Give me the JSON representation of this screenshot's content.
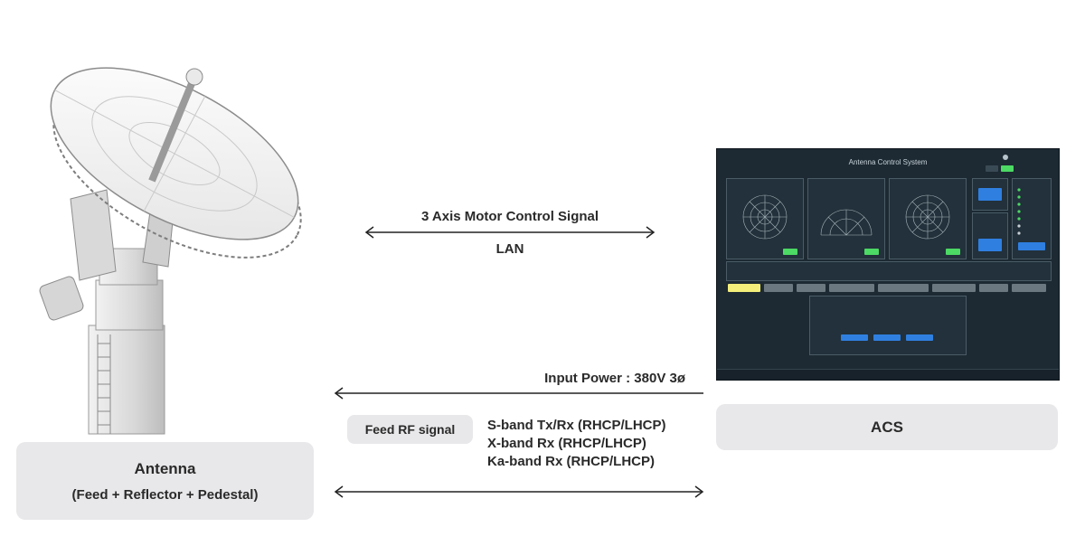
{
  "arrows": {
    "top_label": "3 Axis Motor Control Signal",
    "top_sublabel": "LAN",
    "power_label": "Input Power : 380V 3ø",
    "feed_rf_label": "Feed RF signal",
    "bands": [
      "S-band Tx/Rx (RHCP/LHCP)",
      "X-band Rx (RHCP/LHCP)",
      "Ka-band Rx (RHCP/LHCP)"
    ]
  },
  "antenna_box": {
    "title": "Antenna",
    "subtitle": "(Feed + Reflector + Pedestal)"
  },
  "acs_box": {
    "title": "ACS"
  },
  "acs_screen": {
    "title": "Antenna Control System"
  },
  "colors": {
    "box_bg": "#e8e8ea",
    "screen_bg": "#1d2a33",
    "accent_green": "#4cd964",
    "accent_blue": "#2f7fe0",
    "accent_yellow": "#f4ef7a"
  }
}
